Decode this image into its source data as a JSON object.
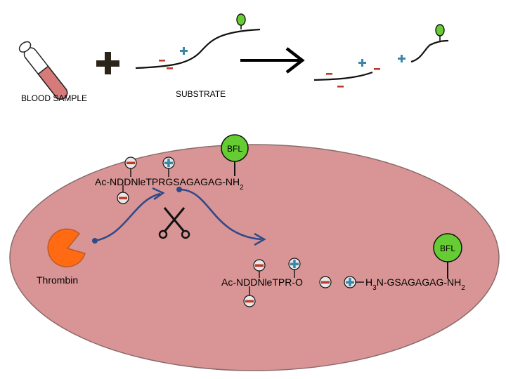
{
  "labels": {
    "blood_sample": "BLOOD SAMPLE",
    "substrate": "SUBSTRATE",
    "bfl": "BFL",
    "thrombin": "Thrombin",
    "peptide_prefix": "Ac-NDDNle",
    "peptide_main": "TPRGSAGAGAG-NH",
    "peptide_sub": "2",
    "fragment1": "Ac-NDDNleTPR-O",
    "fragment2_pre": "H",
    "fragment2_sub1": "3",
    "fragment2_mid": "N-GSAGAGAG-NH",
    "fragment2_sub2": "2"
  },
  "colors": {
    "ellipse_fill": "#d99595",
    "ellipse_stroke": "#8a6a6a",
    "negative_charge": "#c0392b",
    "positive_charge": "#3a87a8",
    "fluorophore": "#66cc33",
    "thrombin": "#ff6a13",
    "arrow_blue": "#2f4a8a",
    "tube_fill": "#d77a7a"
  },
  "icons": {
    "scissors": "scissors-icon",
    "plus": "plus-icon",
    "arrow": "arrow-right-icon",
    "tube": "test-tube-icon"
  }
}
